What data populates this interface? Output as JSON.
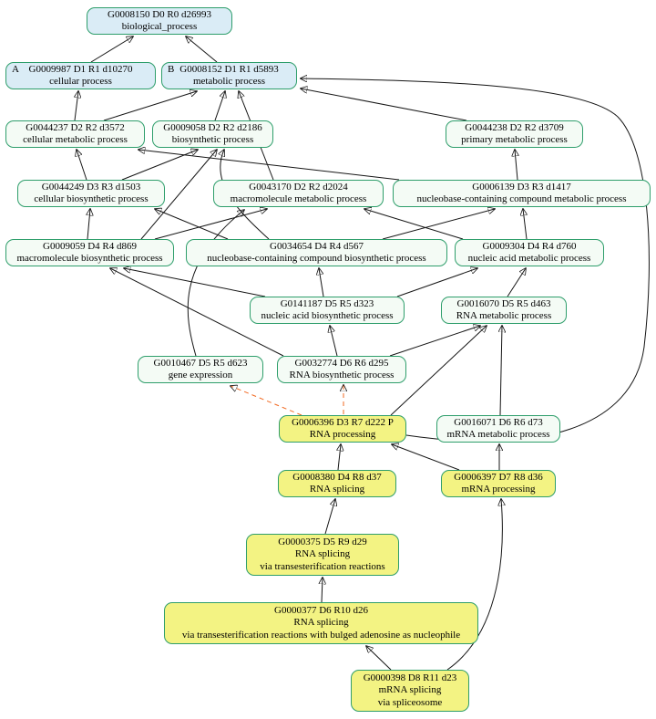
{
  "diagram_type": "gene-ontology-ancestor-graph",
  "colors": {
    "root_node_fill": "#daecf6",
    "normal_node_fill": "#f4fbf5",
    "highlight_node_fill": "#f3f383",
    "node_border": "#2e9e6b",
    "edge_solid": "#151515",
    "edge_dashed": "#f26a22"
  },
  "nodes": [
    {
      "line1": "G0008150 D0 R0 d26993",
      "line2": "biological_process",
      "kind": "root"
    },
    {
      "tag": "A",
      "line1": "G0009987 D1 R1 d10270",
      "line2": "cellular process",
      "kind": "root"
    },
    {
      "tag": "B",
      "line1": "G0008152 D1 R1 d5893",
      "line2": "metabolic process",
      "kind": "root"
    },
    {
      "line1": "G0044237 D2 R2 d3572",
      "line2": "cellular metabolic process",
      "kind": "normal"
    },
    {
      "line1": "G0009058 D2 R2 d2186",
      "line2": "biosynthetic process",
      "kind": "normal"
    },
    {
      "line1": "G0044238 D2 R2 d3709",
      "line2": "primary metabolic process",
      "kind": "normal"
    },
    {
      "line1": "G0044249 D3 R3 d1503",
      "line2": "cellular biosynthetic process",
      "kind": "normal"
    },
    {
      "line1": "G0043170 D2 R2 d2024",
      "line2": "macromolecule metabolic process",
      "kind": "normal"
    },
    {
      "line1": "G0006139 D3 R3 d1417",
      "line2": "nucleobase-containing compound metabolic process",
      "kind": "normal"
    },
    {
      "line1": "G0009059 D4 R4 d869",
      "line2": "macromolecule biosynthetic process",
      "kind": "normal"
    },
    {
      "line1": "G0034654 D4 R4 d567",
      "line2": "nucleobase-containing compound biosynthetic process",
      "kind": "normal"
    },
    {
      "line1": "G0009304 D4 R4 d760",
      "line2": "nucleic acid metabolic process",
      "kind": "normal"
    },
    {
      "line1": "G0141187 D5 R5 d323",
      "line2": "nucleic acid biosynthetic process",
      "kind": "normal"
    },
    {
      "line1": "G0016070 D5 R5 d463",
      "line2": "RNA metabolic process",
      "kind": "normal"
    },
    {
      "line1": "G0010467 D5 R5 d623",
      "line2": "gene expression",
      "kind": "normal"
    },
    {
      "line1": "G0032774 D6 R6 d295",
      "line2": "RNA biosynthetic process",
      "kind": "normal"
    },
    {
      "line1": "G0006396 D3 R7 d222 P",
      "line2": "RNA processing",
      "kind": "highlight"
    },
    {
      "line1": "G0016071 D6 R6 d73",
      "line2": "mRNA metabolic process",
      "kind": "normal"
    },
    {
      "line1": "G0008380 D4 R8 d37",
      "line2": "RNA splicing",
      "kind": "highlight"
    },
    {
      "line1": "G0006397 D7 R8 d36",
      "line2": "mRNA processing",
      "kind": "highlight"
    },
    {
      "line1": "G0000375 D5 R9 d29",
      "line2": "RNA splicing",
      "line3": "via transesterification reactions",
      "kind": "highlight"
    },
    {
      "line1": "G0000377 D6 R10 d26",
      "line2": "RNA splicing",
      "line3": "via transesterification reactions with bulged adenosine as nucleophile",
      "kind": "highlight"
    },
    {
      "line1": "G0000398 D8 R11 d23",
      "line2": "mRNA splicing",
      "line3": "via spliceosome",
      "kind": "highlight"
    }
  ],
  "edges": [
    {
      "from": "cellular process",
      "to": "biological_process",
      "style": "solid"
    },
    {
      "from": "metabolic process",
      "to": "biological_process",
      "style": "solid"
    },
    {
      "from": "cellular metabolic process",
      "to": "cellular process",
      "style": "solid"
    },
    {
      "from": "cellular metabolic process",
      "to": "metabolic process",
      "style": "solid"
    },
    {
      "from": "biosynthetic process",
      "to": "metabolic process",
      "style": "solid"
    },
    {
      "from": "primary metabolic process",
      "to": "metabolic process",
      "style": "solid"
    },
    {
      "from": "macromolecule metabolic process",
      "to": "metabolic process",
      "style": "solid"
    },
    {
      "from": "cellular biosynthetic process",
      "to": "cellular metabolic process",
      "style": "solid"
    },
    {
      "from": "cellular biosynthetic process",
      "to": "biosynthetic process",
      "style": "solid"
    },
    {
      "from": "nucleobase-containing compound metabolic process",
      "to": "primary metabolic process",
      "style": "solid"
    },
    {
      "from": "nucleobase-containing compound metabolic process",
      "to": "cellular metabolic process",
      "style": "solid"
    },
    {
      "from": "macromolecule biosynthetic process",
      "to": "cellular biosynthetic process",
      "style": "solid"
    },
    {
      "from": "macromolecule biosynthetic process",
      "to": "macromolecule metabolic process",
      "style": "solid"
    },
    {
      "from": "macromolecule biosynthetic process",
      "to": "biosynthetic process",
      "style": "solid"
    },
    {
      "from": "nucleobase-containing compound biosynthetic process",
      "to": "cellular biosynthetic process",
      "style": "solid"
    },
    {
      "from": "nucleobase-containing compound biosynthetic process",
      "to": "nucleobase-containing compound metabolic process",
      "style": "solid"
    },
    {
      "from": "nucleobase-containing compound biosynthetic process",
      "to": "biosynthetic process",
      "style": "solid"
    },
    {
      "from": "nucleic acid metabolic process",
      "to": "nucleobase-containing compound metabolic process",
      "style": "solid"
    },
    {
      "from": "nucleic acid metabolic process",
      "to": "macromolecule metabolic process",
      "style": "solid"
    },
    {
      "from": "RNA metabolic process",
      "to": "nucleic acid metabolic process",
      "style": "solid"
    },
    {
      "from": "nucleic acid biosynthetic process",
      "to": "nucleobase-containing compound biosynthetic process",
      "style": "solid"
    },
    {
      "from": "nucleic acid biosynthetic process",
      "to": "nucleic acid metabolic process",
      "style": "solid"
    },
    {
      "from": "nucleic acid biosynthetic process",
      "to": "macromolecule biosynthetic process",
      "style": "solid"
    },
    {
      "from": "RNA biosynthetic process",
      "to": "nucleic acid biosynthetic process",
      "style": "solid"
    },
    {
      "from": "RNA biosynthetic process",
      "to": "RNA metabolic process",
      "style": "solid"
    },
    {
      "from": "RNA biosynthetic process",
      "to": "macromolecule biosynthetic process",
      "style": "solid"
    },
    {
      "from": "gene expression",
      "to": "macromolecule metabolic process",
      "style": "solid"
    },
    {
      "from": "RNA processing",
      "to": "RNA metabolic process",
      "style": "solid"
    },
    {
      "from": "mRNA metabolic process",
      "to": "RNA metabolic process",
      "style": "solid"
    },
    {
      "from": "RNA splicing",
      "to": "RNA processing",
      "style": "solid"
    },
    {
      "from": "mRNA processing",
      "to": "RNA processing",
      "style": "solid"
    },
    {
      "from": "mRNA processing",
      "to": "mRNA metabolic process",
      "style": "solid"
    },
    {
      "from": "RNA splicing via transesterification reactions",
      "to": "RNA splicing",
      "style": "solid"
    },
    {
      "from": "RNA splicing via transesterification reactions with bulged adenosine as nucleophile",
      "to": "RNA splicing via transesterification reactions",
      "style": "solid"
    },
    {
      "from": "mRNA splicing via spliceosome",
      "to": "RNA splicing via transesterification reactions with bulged adenosine as nucleophile",
      "style": "solid"
    },
    {
      "from": "mRNA splicing via spliceosome",
      "to": "mRNA processing",
      "style": "solid"
    },
    {
      "from": "RNA processing",
      "to": "metabolic process",
      "style": "solid"
    },
    {
      "from": "RNA processing",
      "to": "gene expression",
      "style": "dashed-orange"
    },
    {
      "from": "RNA processing",
      "to": "RNA biosynthetic process",
      "style": "dashed-orange"
    }
  ]
}
